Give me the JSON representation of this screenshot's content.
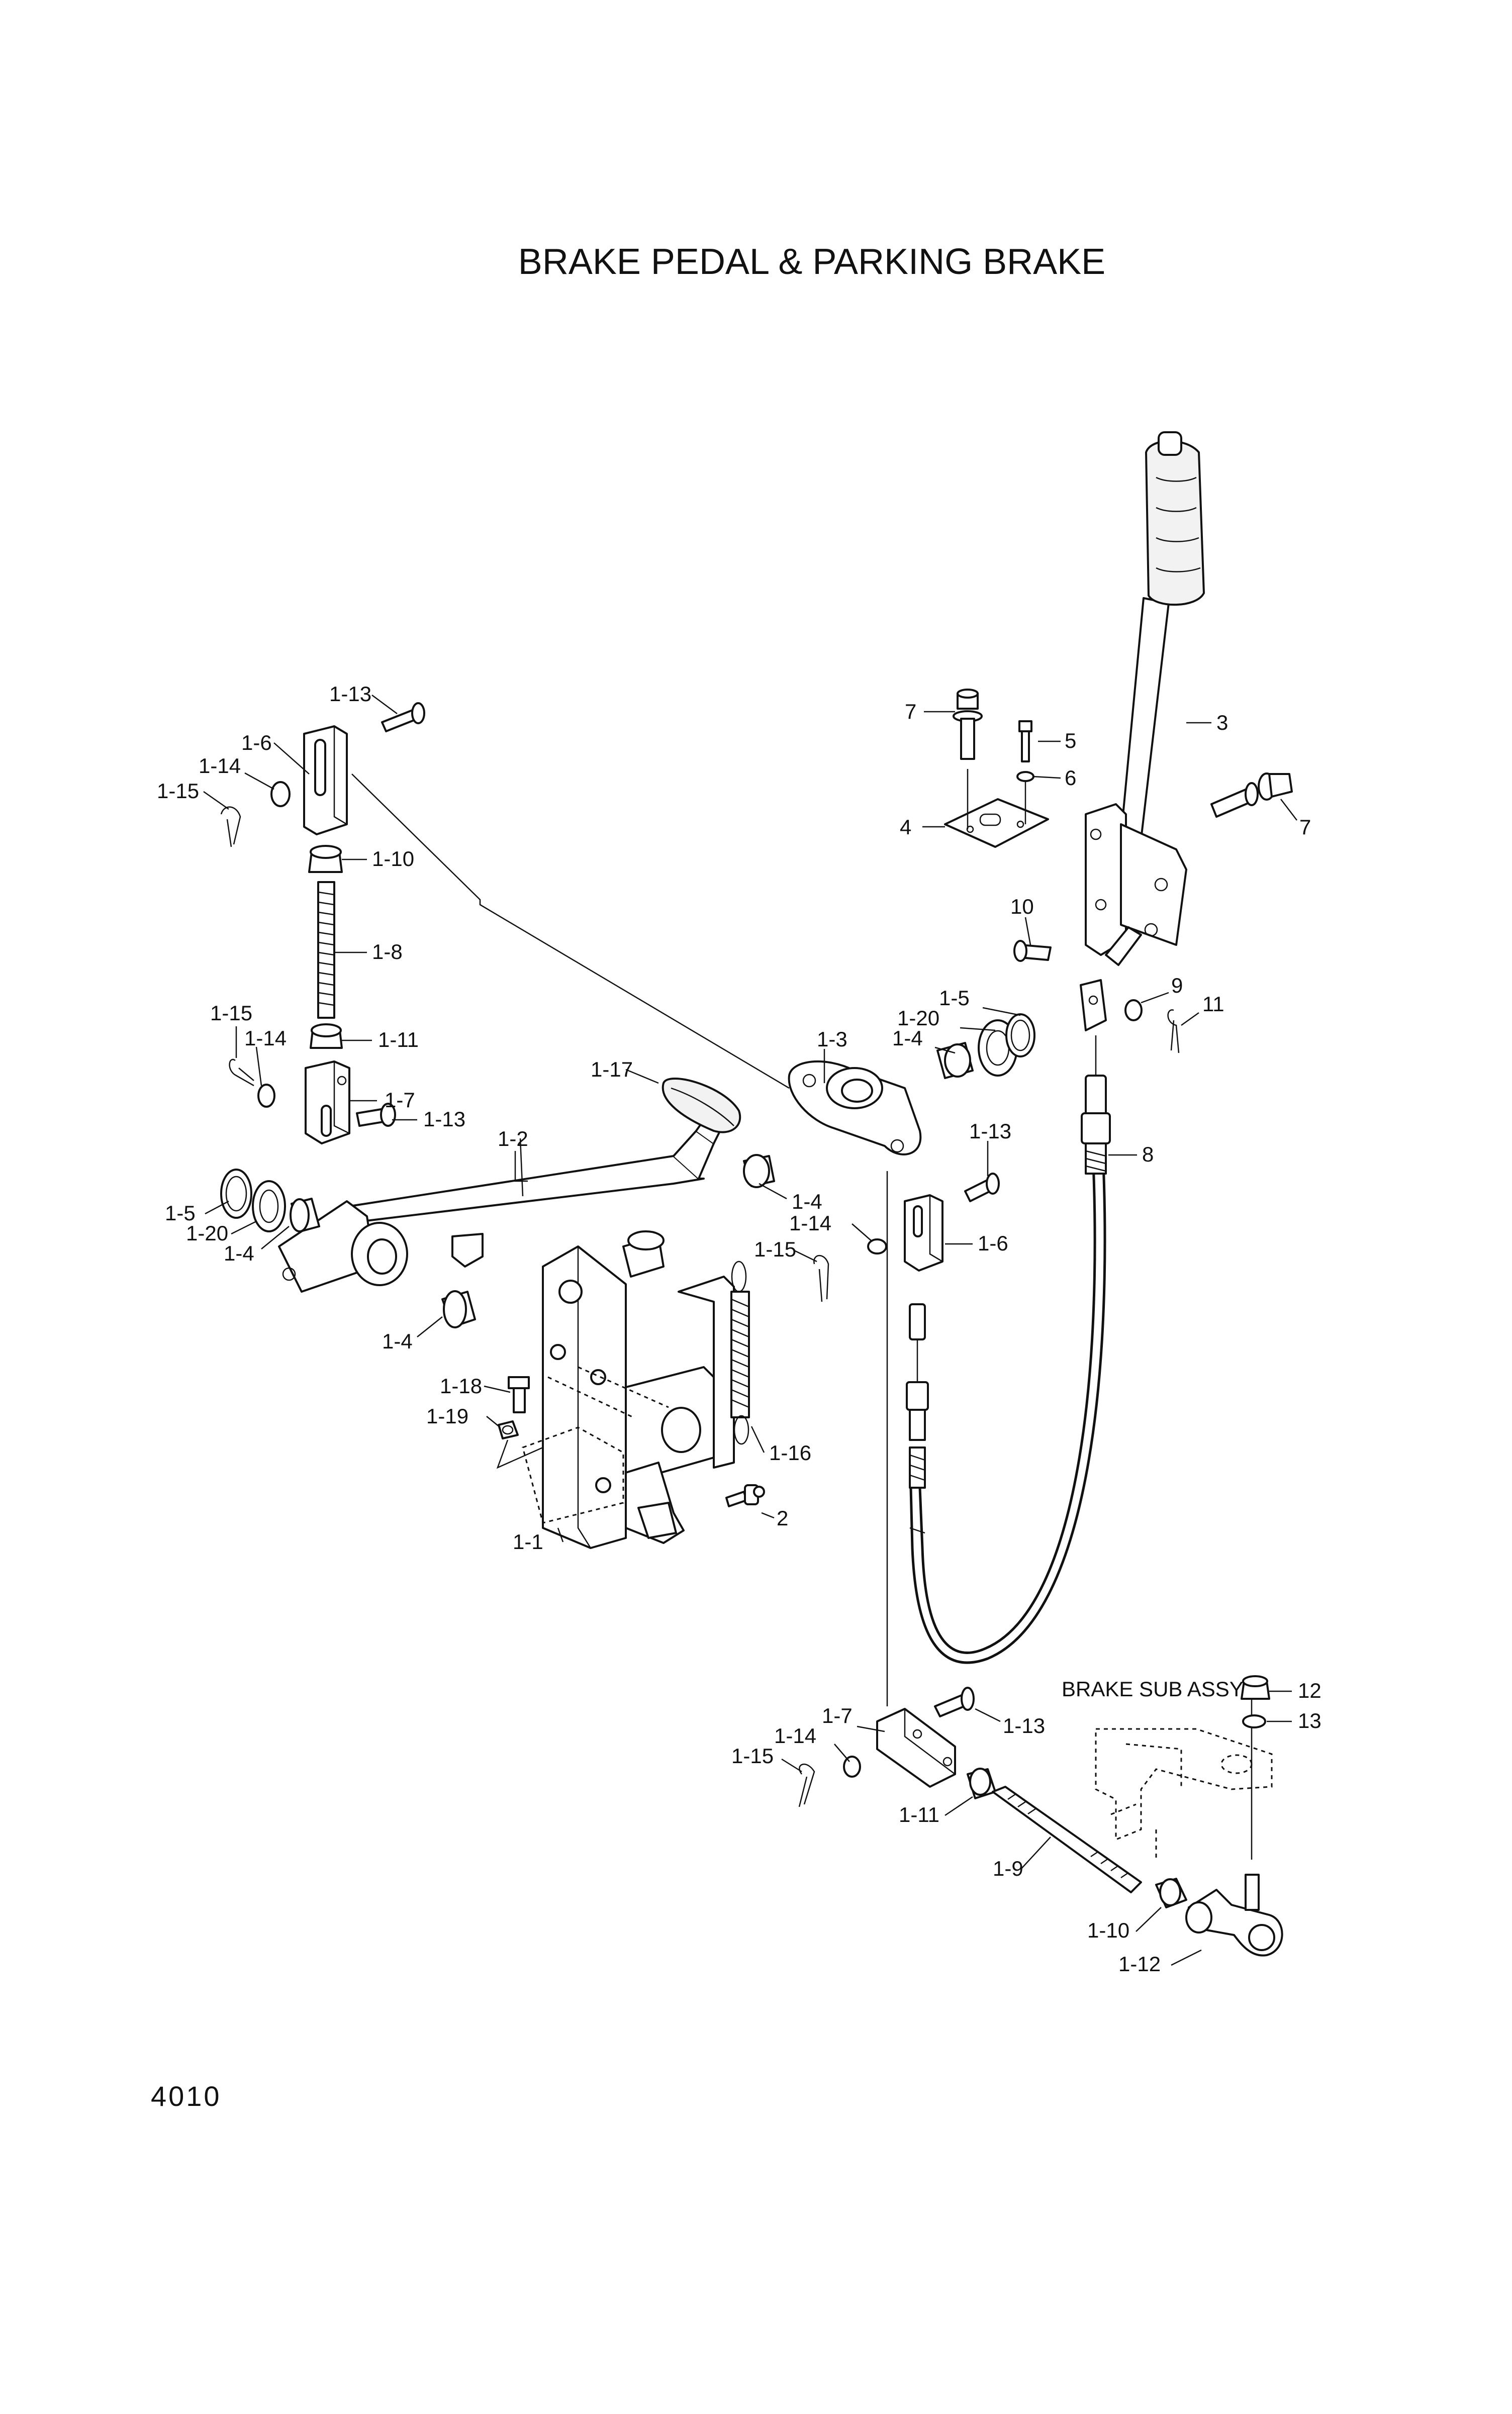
{
  "title": "BRAKE PEDAL & PARKING BRAKE",
  "page_number": "4010",
  "sub_assembly_label": "BRAKE SUB ASSY",
  "labels": {
    "l_1_13_top": "1-13",
    "l_1_6_top": "1-6",
    "l_1_14_top": "1-14",
    "l_1_15_top": "1-15",
    "l_1_10_top": "1-10",
    "l_1_8": "1-8",
    "l_1_15_mid": "1-15",
    "l_1_14_mid": "1-14",
    "l_1_11_top": "1-11",
    "l_1_7_left": "1-7",
    "l_1_13_left": "1-13",
    "l_1_17": "1-17",
    "l_1_2": "1-2",
    "l_1_5_left": "1-5",
    "l_1_20_left": "1-20",
    "l_1_4_left": "1-4",
    "l_1_4_lower": "1-4",
    "l_1_18": "1-18",
    "l_1_19": "1-19",
    "l_1_16": "1-16",
    "l_2": "2",
    "l_1_1": "1-1",
    "l_1_3": "1-3",
    "l_1_5_right": "1-5",
    "l_1_20_right": "1-20",
    "l_1_4_right": "1-4",
    "l_1_4_center": "1-4",
    "l_1_13_right": "1-13",
    "l_1_14_right": "1-14",
    "l_1_15_right": "1-15",
    "l_1_6_right": "1-6",
    "l_7_top": "7",
    "l_5": "5",
    "l_6": "6",
    "l_4": "4",
    "l_3": "3",
    "l_7_right": "7",
    "l_10": "10",
    "l_9": "9",
    "l_11": "11",
    "l_8": "8",
    "l_12": "12",
    "l_13": "13",
    "l_1_7_bottom": "1-7",
    "l_1_14_bottom": "1-14",
    "l_1_13_bottom": "1-13",
    "l_1_15_bottom": "1-15",
    "l_1_11_bottom": "1-11",
    "l_1_9": "1-9",
    "l_1_10_bottom": "1-10",
    "l_1_12": "1-12"
  }
}
